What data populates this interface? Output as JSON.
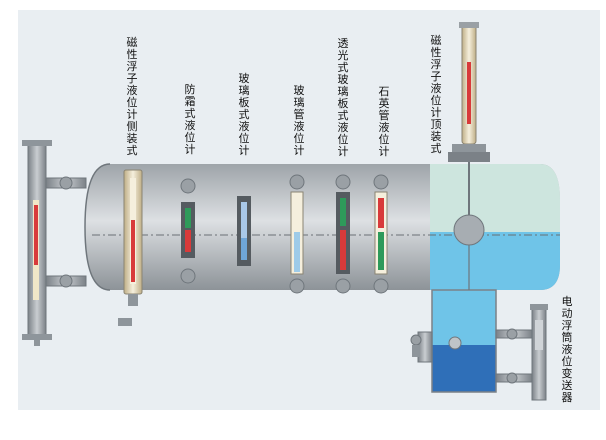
{
  "labels": {
    "side_magnetic": "磁性浮子液位计侧装式",
    "antifrost": "防霜式液位计",
    "glass_plate": "玻璃板式液位计",
    "glass_tube": "玻璃管液位计",
    "transparent_glass_plate": "透光式玻璃板式液位计",
    "quartz_tube": "石英管液位计",
    "top_magnetic": "磁性浮子液位计顶装式",
    "electric_transmitter": "电动浮筒液位变送器"
  },
  "colors": {
    "frame": "#e9eef2",
    "vessel": "#b9bec3",
    "liquid": "#6fc4e8",
    "liquid_dark": "#2f6fb8",
    "vapor": "#cde5de",
    "red": "#d83a3a",
    "green": "#2e9a5a",
    "pipe": "#8e959b"
  }
}
